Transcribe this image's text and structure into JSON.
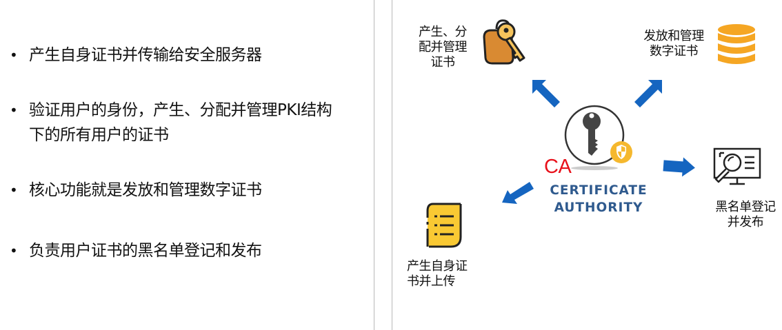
{
  "left_panel": {
    "bullets": [
      {
        "text": "产生自身证书并传输给安全服务器"
      },
      {
        "text": "验证用户的身份，产生、分配并管理PKI结构下的所有用户的证书"
      },
      {
        "text": "核心功能就是发放和管理数字证书"
      },
      {
        "text": "负责用户证书的黑名单登记和发布"
      }
    ],
    "bullet_glyph": "•"
  },
  "diagram": {
    "center": {
      "abbr": "CA",
      "line1": "CERTIFICATE",
      "line2": "AUTHORITY",
      "icon": "key-shield-icon"
    },
    "nodes": [
      {
        "id": "top-left",
        "label_lines": [
          "产生、分",
          "配并管理",
          "证书"
        ],
        "icon": "key-tag-icon"
      },
      {
        "id": "top-right",
        "label_lines": [
          "发放和管理",
          "数字证书"
        ],
        "icon": "database-icon"
      },
      {
        "id": "right",
        "label_lines": [
          "黑名单登记",
          "并发布"
        ],
        "icon": "monitor-search-icon"
      },
      {
        "id": "bottom-left",
        "label_lines": [
          "产生自身证",
          "书并上传"
        ],
        "icon": "document-list-icon"
      }
    ],
    "colors": {
      "arrow": "#1565c0",
      "ca_red": "#e8101a",
      "ca_blue": "#2f5a8e",
      "gold": "#f5a623",
      "note_yellow": "#f9c933",
      "tag_orange": "#d98a32"
    }
  }
}
